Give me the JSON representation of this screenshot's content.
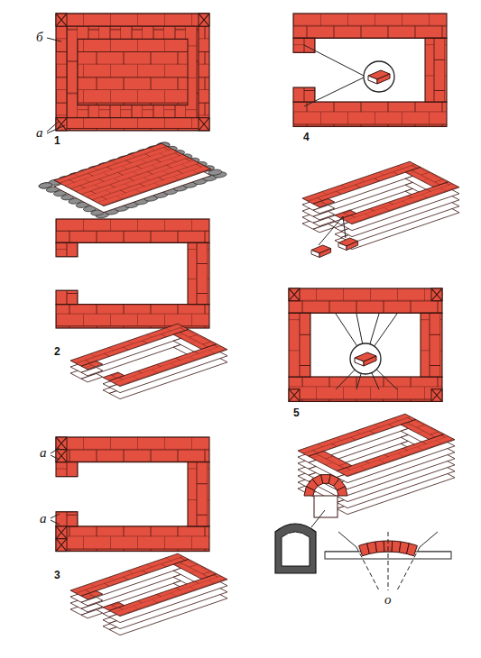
{
  "diagram": {
    "labels": [
      "б",
      "а",
      "1",
      "2",
      "3",
      "а",
      "а",
      "4",
      "5",
      "о"
    ]
  }
}
